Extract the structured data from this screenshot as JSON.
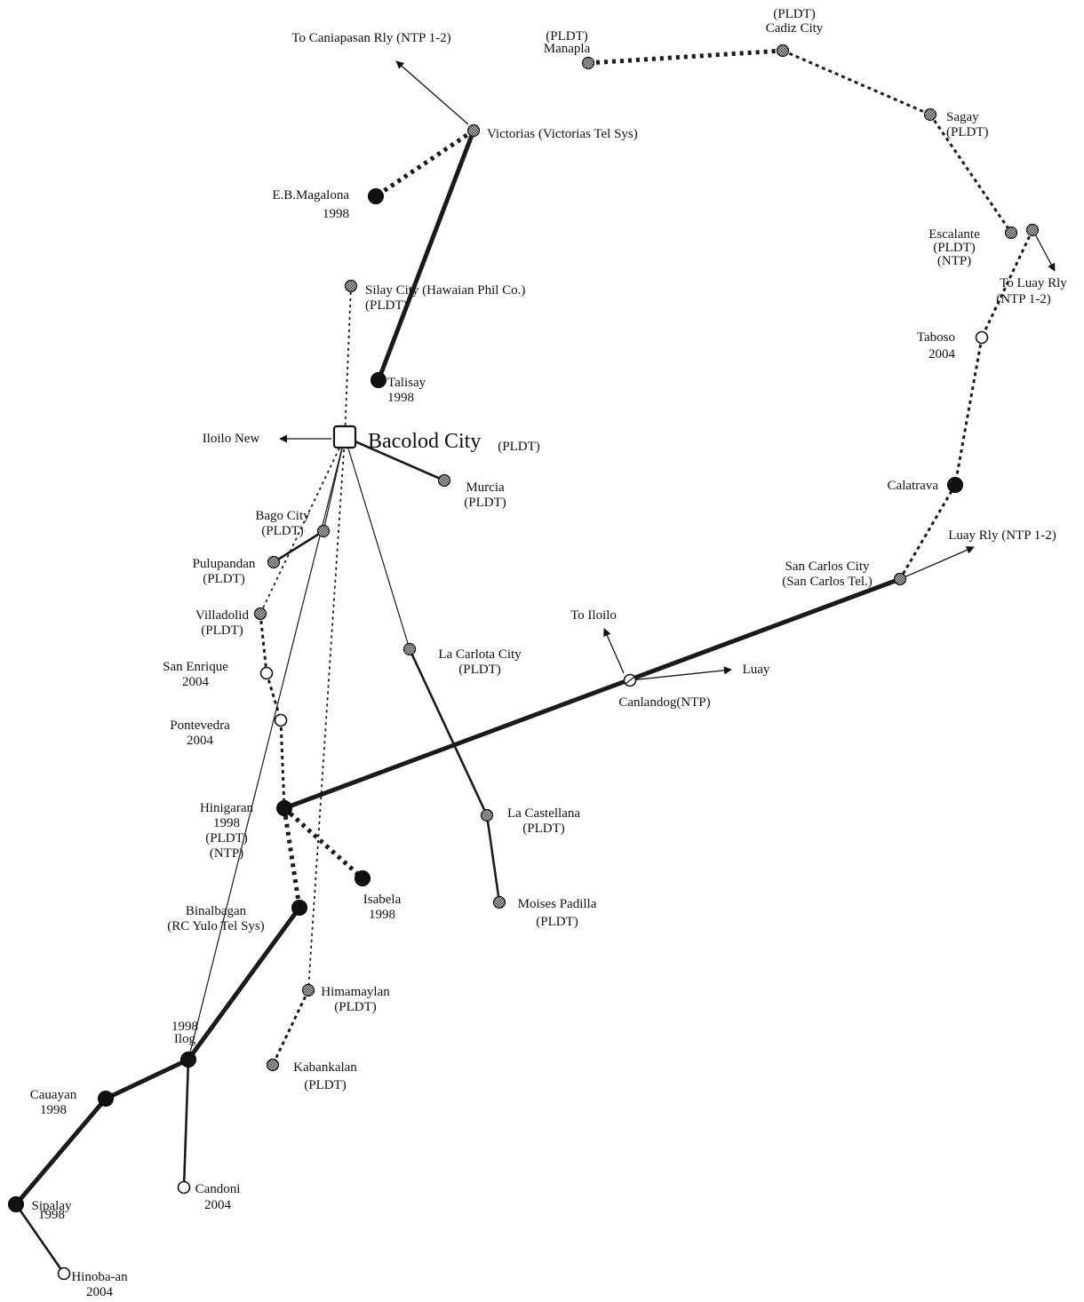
{
  "diagram": {
    "nodes": [
      {
        "id": "bacolod",
        "kind": "hub",
        "lines": [
          "Bacolod City",
          "(PLDT)"
        ]
      },
      {
        "id": "victorias",
        "kind": "hatched",
        "lines": [
          "Victorias (Victorias Tel Sys)"
        ]
      },
      {
        "id": "eb_magalona",
        "kind": "solid",
        "lines": [
          "E.B.Magalona",
          "1998"
        ]
      },
      {
        "id": "silay",
        "kind": "hatched",
        "lines": [
          "Silay City (Hawaian Phil Co.)",
          "(PLDT)"
        ]
      },
      {
        "id": "talisay",
        "kind": "solid",
        "lines": [
          "Talisay",
          "1998"
        ]
      },
      {
        "id": "manapla",
        "kind": "hatched",
        "lines": [
          "(PLDT)",
          "Manapla"
        ]
      },
      {
        "id": "cadiz",
        "kind": "hatched",
        "lines": [
          "(PLDT)",
          "Cadiz City"
        ]
      },
      {
        "id": "sagay",
        "kind": "hatched",
        "lines": [
          "Sagay",
          "(PLDT)"
        ]
      },
      {
        "id": "escalante",
        "kind": "hatched",
        "lines": [
          "Escalante",
          "(PLDT)",
          "(NTP)"
        ]
      },
      {
        "id": "escalante_ntp",
        "kind": "hatched",
        "lines": []
      },
      {
        "id": "taboso",
        "kind": "open",
        "lines": [
          "Taboso",
          "2004"
        ]
      },
      {
        "id": "calatrava",
        "kind": "solid",
        "lines": [
          "Calatrava"
        ]
      },
      {
        "id": "san_carlos",
        "kind": "hatched",
        "lines": [
          "San Carlos City",
          "(San Carlos Tel.)"
        ]
      },
      {
        "id": "canlandog",
        "kind": "cross",
        "lines": [
          "Canlandog(NTP)"
        ]
      },
      {
        "id": "murcia",
        "kind": "hatched",
        "lines": [
          "Murcia",
          "(PLDT)"
        ]
      },
      {
        "id": "bago",
        "kind": "hatched",
        "lines": [
          "Bago City",
          "(PLDT)"
        ]
      },
      {
        "id": "pulupandan",
        "kind": "hatched",
        "lines": [
          "Pulupandan",
          "(PLDT)"
        ]
      },
      {
        "id": "villadolid",
        "kind": "hatched",
        "lines": [
          "Villadolid",
          "(PLDT)"
        ]
      },
      {
        "id": "san_enrique",
        "kind": "open",
        "lines": [
          "San Enrique",
          "2004"
        ]
      },
      {
        "id": "pontevedra",
        "kind": "open",
        "lines": [
          "Pontevedra",
          "2004"
        ]
      },
      {
        "id": "la_carlota",
        "kind": "hatched",
        "lines": [
          "La Carlota City",
          "(PLDT)"
        ]
      },
      {
        "id": "la_castellana",
        "kind": "hatched",
        "lines": [
          "La Castellana",
          "(PLDT)"
        ]
      },
      {
        "id": "moises_padilla",
        "kind": "hatched",
        "lines": [
          "Moises Padilla",
          "(PLDT)"
        ]
      },
      {
        "id": "hinigaran",
        "kind": "solid",
        "lines": [
          "Hinigaran",
          "1998",
          "(PLDT)",
          "(NTP)"
        ]
      },
      {
        "id": "isabela",
        "kind": "solid",
        "lines": [
          "Isabela",
          "1998"
        ]
      },
      {
        "id": "binalbagan",
        "kind": "solid",
        "lines": [
          "Binalbagan",
          "(RC Yulo Tel Sys)"
        ]
      },
      {
        "id": "himamaylan",
        "kind": "hatched",
        "lines": [
          "Himamaylan",
          "(PLDT)"
        ]
      },
      {
        "id": "kabankalan",
        "kind": "hatched",
        "lines": [
          "Kabankalan",
          "(PLDT)"
        ]
      },
      {
        "id": "ilog",
        "kind": "solid",
        "lines": [
          "1998",
          "Ilog"
        ]
      },
      {
        "id": "cauayan",
        "kind": "solid",
        "lines": [
          "Cauayan",
          "1998"
        ]
      },
      {
        "id": "candoni",
        "kind": "open",
        "lines": [
          "Candoni",
          "2004"
        ]
      },
      {
        "id": "sipalay",
        "kind": "solid",
        "lines": [
          "Sipalay",
          "1998"
        ]
      },
      {
        "id": "hinoba_an",
        "kind": "open",
        "lines": [
          "Hinoba-an",
          "2004"
        ]
      }
    ],
    "arrows": [
      {
        "id": "to_caniapasan",
        "label": "To Caniapasan Rly (NTP 1-2)"
      },
      {
        "id": "iloilo_new",
        "label": "Iloilo New"
      },
      {
        "id": "to_luay_rly",
        "label": "To Luay Rly",
        "label2": "(NTP 1-2)"
      },
      {
        "id": "luay_rly",
        "label": "Luay Rly (NTP 1-2)"
      },
      {
        "id": "to_iloilo",
        "label": "To Iloilo"
      },
      {
        "id": "luay",
        "label": "Luay"
      }
    ],
    "links": [
      {
        "from": "victorias",
        "to": "talisay",
        "style": "thick"
      },
      {
        "from": "victorias",
        "to": "eb_magalona",
        "style": "heavy-dotted"
      },
      {
        "from": "silay",
        "to": "bacolod",
        "style": "thin-dotted"
      },
      {
        "from": "manapla",
        "to": "cadiz",
        "style": "heavy-dotted"
      },
      {
        "from": "cadiz",
        "to": "sagay",
        "style": "dotted"
      },
      {
        "from": "sagay",
        "to": "escalante",
        "style": "dotted"
      },
      {
        "from": "escalante_ntp",
        "to": "taboso",
        "style": "dotted"
      },
      {
        "from": "taboso",
        "to": "calatrava",
        "style": "dotted"
      },
      {
        "from": "calatrava",
        "to": "san_carlos",
        "style": "dotted"
      },
      {
        "from": "san_carlos",
        "to": "hinigaran",
        "style": "thick"
      },
      {
        "from": "bacolod",
        "to": "murcia",
        "style": "medium"
      },
      {
        "from": "bacolod",
        "to": "bago",
        "style": "thin"
      },
      {
        "from": "bago",
        "to": "pulupandan",
        "style": "medium"
      },
      {
        "from": "bacolod",
        "to": "villadolid",
        "style": "thin-dotted"
      },
      {
        "from": "villadolid",
        "to": "san_enrique",
        "style": "dotted"
      },
      {
        "from": "san_enrique",
        "to": "pontevedra",
        "style": "dotted"
      },
      {
        "from": "pontevedra",
        "to": "hinigaran",
        "style": "dotted"
      },
      {
        "from": "bacolod",
        "to": "la_carlota",
        "style": "thin"
      },
      {
        "from": "la_carlota",
        "to": "la_castellana",
        "style": "medium"
      },
      {
        "from": "la_castellana",
        "to": "moises_padilla",
        "style": "medium"
      },
      {
        "from": "bacolod",
        "to": "ilog",
        "style": "thin"
      },
      {
        "from": "bacolod",
        "to": "himamaylan",
        "style": "thin-dotted"
      },
      {
        "from": "hinigaran",
        "to": "isabela",
        "style": "heavy-dotted"
      },
      {
        "from": "hinigaran",
        "to": "binalbagan",
        "style": "heavy-dotted"
      },
      {
        "from": "himamaylan",
        "to": "kabankalan",
        "style": "dotted"
      },
      {
        "from": "binalbagan",
        "to": "ilog",
        "style": "thick"
      },
      {
        "from": "ilog",
        "to": "cauayan",
        "style": "thick"
      },
      {
        "from": "cauayan",
        "to": "sipalay",
        "style": "thick"
      },
      {
        "from": "ilog",
        "to": "candoni",
        "style": "medium"
      },
      {
        "from": "sipalay",
        "to": "hinoba_an",
        "style": "medium"
      }
    ]
  }
}
